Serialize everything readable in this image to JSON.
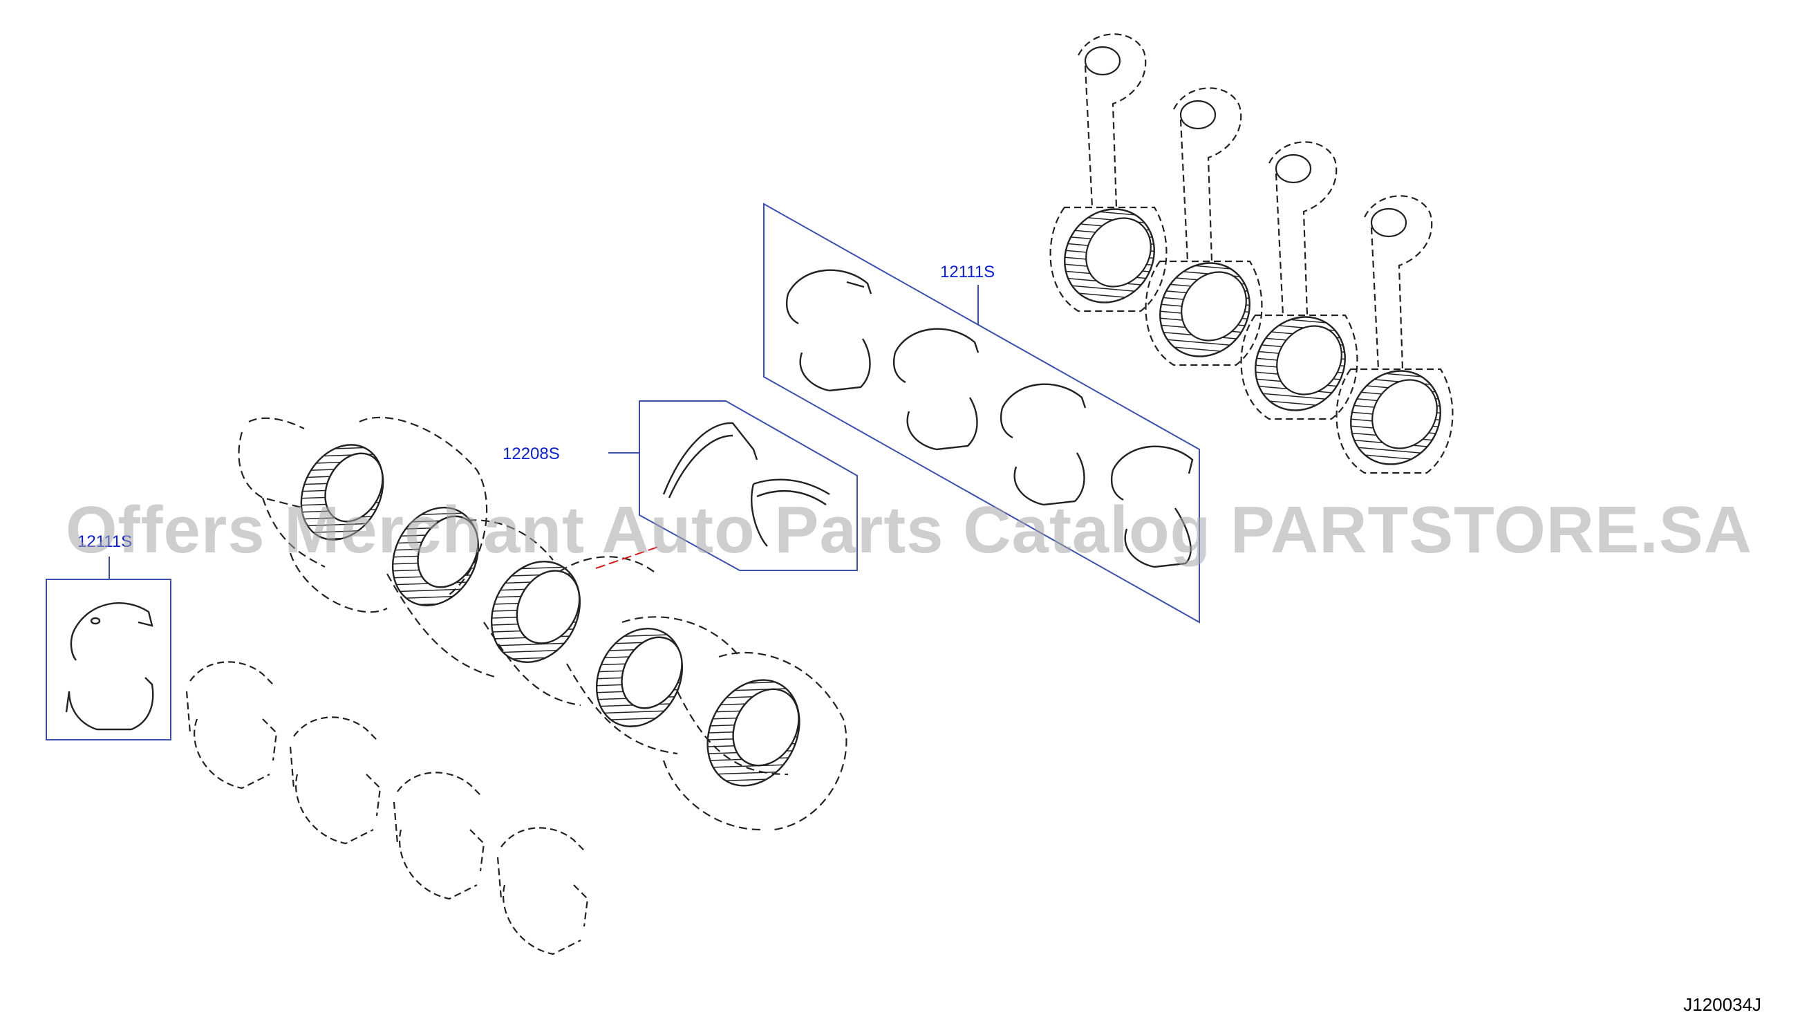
{
  "callouts": {
    "main_bearing": "12111S",
    "thrust_washer": "12208S",
    "rod_bearing": "12111S"
  },
  "diagram_id": "J120034J",
  "watermark": "Offers Merchant Auto Parts Catalog PARTSTORE.SA",
  "colors": {
    "callout": "#0a1fd6",
    "line": "#1a1a1a",
    "leader_red": "#d81b1b",
    "watermark": "#a5a5a5"
  }
}
